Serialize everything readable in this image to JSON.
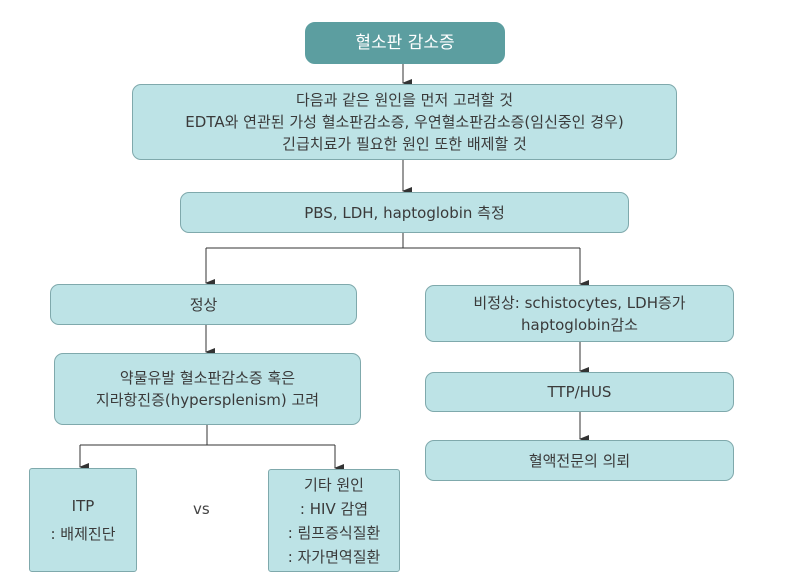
{
  "flowchart": {
    "title": "혈소판 감소증",
    "step1": {
      "lines": [
        "다음과 같은 원인을 먼저 고려할 것",
        "EDTA와 연관된 가성 혈소판감소증, 우연혈소판감소증(임신중인 경우)",
        "긴급치료가 필요한 원인 또한 배제할 것"
      ]
    },
    "step2": {
      "label": "PBS, LDH, haptoglobin 측정"
    },
    "normal_branch": {
      "label": "정상",
      "consider": {
        "lines": [
          "약물유발 혈소판감소증 혹은",
          "지라항진증(hypersplenism) 고려"
        ]
      },
      "itp": {
        "lines": [
          "ITP",
          ": 배제진단"
        ]
      },
      "vs_label": "VS",
      "other_causes": {
        "lines": [
          "기타 원인",
          ": HIV 감염",
          ": 림프증식질환",
          ": 자가면역질환"
        ]
      }
    },
    "abnormal_branch": {
      "lines": [
        "비정상: schistocytes, LDH증가",
        "haptoglobin감소"
      ],
      "diagnosis": {
        "label": "TTP/HUS"
      },
      "referral": {
        "label": "혈액전문의 의뢰"
      }
    }
  },
  "colors": {
    "title_box": "#5c9ea0",
    "node_fill": "#bde3e6",
    "node_border": "#7fa9ac",
    "connector": "#333333"
  }
}
